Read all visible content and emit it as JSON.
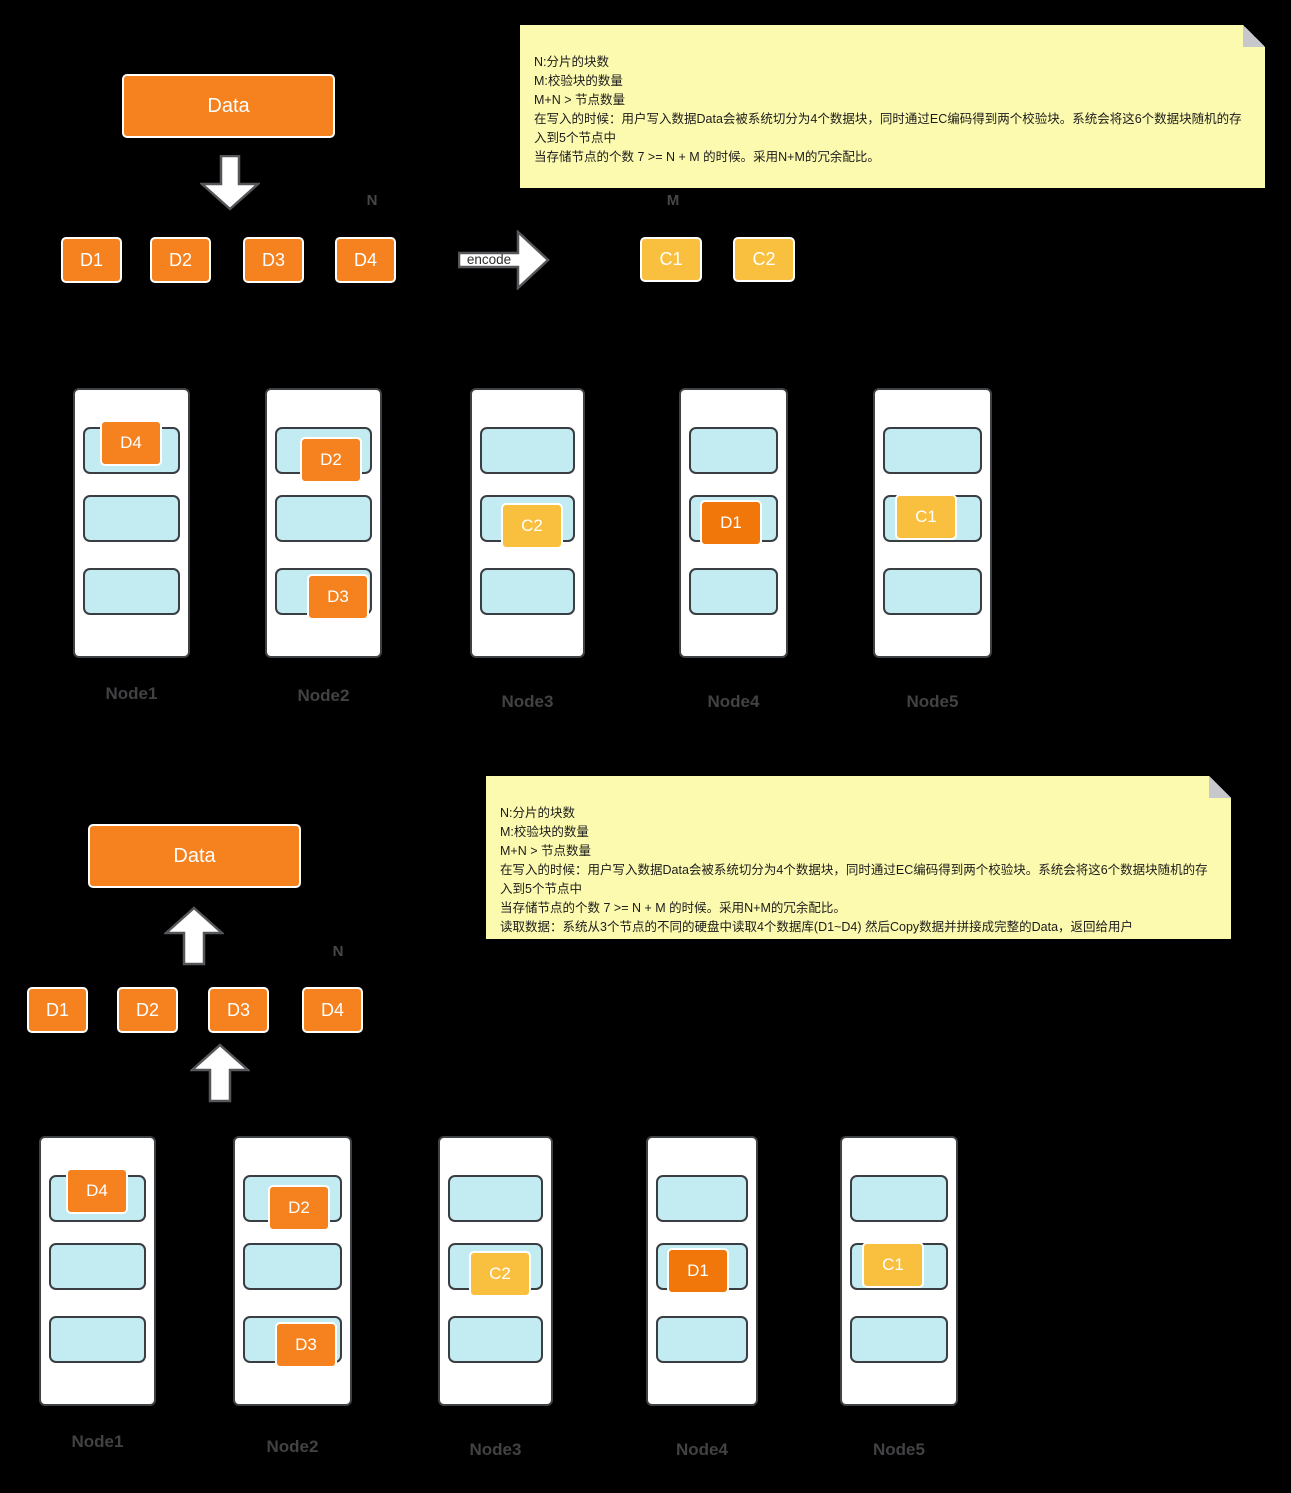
{
  "palette": {
    "background": "#000000",
    "orange": "#F5821F",
    "deep_orange": "#F1770A",
    "amber": "#F9BF3F",
    "disk_fill": "#C3EBF2",
    "node_fill": "#FFFFFF",
    "note_fill": "#FCFAAE",
    "note_fold": "#C7C8CC",
    "dark_border": "#3F4245",
    "label_gray": "#424245",
    "white_outline": "#FFFFFF"
  },
  "sections": [
    {
      "id": "write-flow",
      "note": "N:分片的块数\nM:校验块的数量\nM+N > 节点数量\n在写入的时候：用户写入数据Data会被系统切分为4个数据块，同时通过EC编码得到两个校验块。系统会将这6个数据块随机的存入到5个节点中\n当存储节点的个数 7 >= N + M 的时候。采用N+M的冗余配比。",
      "data_label": "Data",
      "n_label": "N",
      "m_label": "M",
      "encode_label": "encode",
      "chunks": [
        "D1",
        "D2",
        "D3",
        "D4"
      ],
      "parity": [
        "C1",
        "C2"
      ],
      "nodes": [
        {
          "label": "Node1",
          "blocks": [
            {
              "label": "D4",
              "disk": 1,
              "kind": "data"
            }
          ]
        },
        {
          "label": "Node2",
          "blocks": [
            {
              "label": "D2",
              "disk": 1,
              "kind": "data"
            },
            {
              "label": "D3",
              "disk": 3,
              "kind": "data"
            }
          ]
        },
        {
          "label": "Node3",
          "blocks": [
            {
              "label": "C2",
              "disk": 2,
              "kind": "parity"
            }
          ]
        },
        {
          "label": "Node4",
          "blocks": [
            {
              "label": "D1",
              "disk": 2,
              "kind": "data"
            }
          ]
        },
        {
          "label": "Node5",
          "blocks": [
            {
              "label": "C1",
              "disk": 2,
              "kind": "parity"
            }
          ]
        }
      ]
    },
    {
      "id": "read-flow",
      "note": "N:分片的块数\nM:校验块的数量\nM+N > 节点数量\n在写入的时候：用户写入数据Data会被系统切分为4个数据块，同时通过EC编码得到两个校验块。系统会将这6个数据块随机的存入到5个节点中\n当存储节点的个数 7 >= N + M 的时候。采用N+M的冗余配比。\n读取数据：系统从3个节点的不同的硬盘中读取4个数据库(D1~D4) 然后Copy数据并拼接成完整的Data，返回给用户",
      "data_label": "Data",
      "n_label": "N",
      "chunks": [
        "D1",
        "D2",
        "D3",
        "D4"
      ],
      "nodes": [
        {
          "label": "Node1",
          "blocks": [
            {
              "label": "D4",
              "disk": 1,
              "kind": "data"
            }
          ]
        },
        {
          "label": "Node2",
          "blocks": [
            {
              "label": "D2",
              "disk": 1,
              "kind": "data"
            },
            {
              "label": "D3",
              "disk": 3,
              "kind": "data"
            }
          ]
        },
        {
          "label": "Node3",
          "blocks": [
            {
              "label": "C2",
              "disk": 2,
              "kind": "parity"
            }
          ]
        },
        {
          "label": "Node4",
          "blocks": [
            {
              "label": "D1",
              "disk": 2,
              "kind": "data"
            }
          ]
        },
        {
          "label": "Node5",
          "blocks": [
            {
              "label": "C1",
              "disk": 2,
              "kind": "parity"
            }
          ]
        }
      ]
    }
  ]
}
